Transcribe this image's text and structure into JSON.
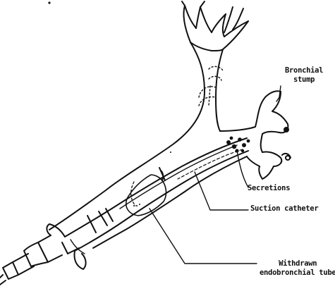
{
  "labels": {
    "bronchial_stump_line1": "Bronchial",
    "bronchial_stump_line2": "stump",
    "secretions": "Secretions",
    "suction_catheter": "Suction catheter",
    "withdrawn_line1": "Withdrawn",
    "withdrawn_line2": "endobronchial tube"
  },
  "colors": {
    "ink": "#111111",
    "paper": "#ffffff"
  }
}
